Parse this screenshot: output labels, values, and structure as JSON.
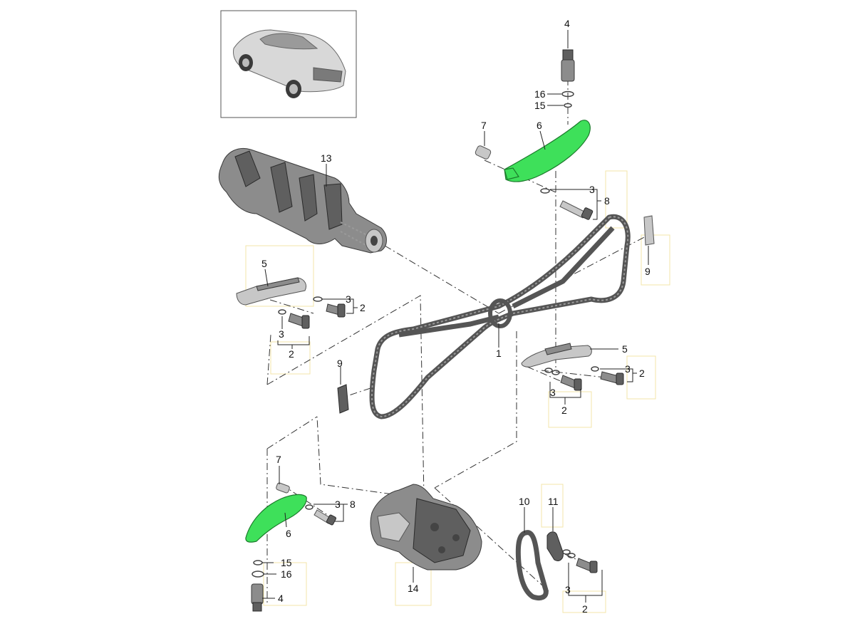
{
  "diagram": {
    "callouts": [
      {
        "id": "c4-top",
        "text": "4"
      },
      {
        "id": "c16-top",
        "text": "16"
      },
      {
        "id": "c15-top",
        "text": "15"
      },
      {
        "id": "c7-top",
        "text": "7"
      },
      {
        "id": "c6-top",
        "text": "6"
      },
      {
        "id": "c13",
        "text": "13"
      },
      {
        "id": "c3-a",
        "text": "3"
      },
      {
        "id": "c8-top",
        "text": "8"
      },
      {
        "id": "c9-right",
        "text": "9"
      },
      {
        "id": "c5-left",
        "text": "5"
      },
      {
        "id": "c3-b",
        "text": "3"
      },
      {
        "id": "c2-a",
        "text": "2"
      },
      {
        "id": "c3-c",
        "text": "3"
      },
      {
        "id": "c2-b",
        "text": "2"
      },
      {
        "id": "c1",
        "text": "1"
      },
      {
        "id": "c5-right",
        "text": "5"
      },
      {
        "id": "c3-d",
        "text": "3"
      },
      {
        "id": "c2-c",
        "text": "2"
      },
      {
        "id": "c3-e",
        "text": "3"
      },
      {
        "id": "c2-d",
        "text": "2"
      },
      {
        "id": "c9-mid",
        "text": "9"
      },
      {
        "id": "c7-bottom",
        "text": "7"
      },
      {
        "id": "c3-f",
        "text": "3"
      },
      {
        "id": "c8-bottom",
        "text": "8"
      },
      {
        "id": "c6-bottom",
        "text": "6"
      },
      {
        "id": "c10",
        "text": "10"
      },
      {
        "id": "c11",
        "text": "11"
      },
      {
        "id": "c15-bottom",
        "text": "15"
      },
      {
        "id": "c16-bottom",
        "text": "16"
      },
      {
        "id": "c14",
        "text": "14"
      },
      {
        "id": "c3-g",
        "text": "3"
      },
      {
        "id": "c4-bottom",
        "text": "4"
      },
      {
        "id": "c2-e",
        "text": "2"
      }
    ],
    "colors": {
      "highlight": "#3ee05a",
      "part": "#8c8c8c",
      "line": "#222222"
    },
    "icons": [
      "car-thumbnail",
      "crankshaft",
      "timing-chain",
      "oil-pump",
      "chain-guide",
      "tensioner"
    ]
  }
}
